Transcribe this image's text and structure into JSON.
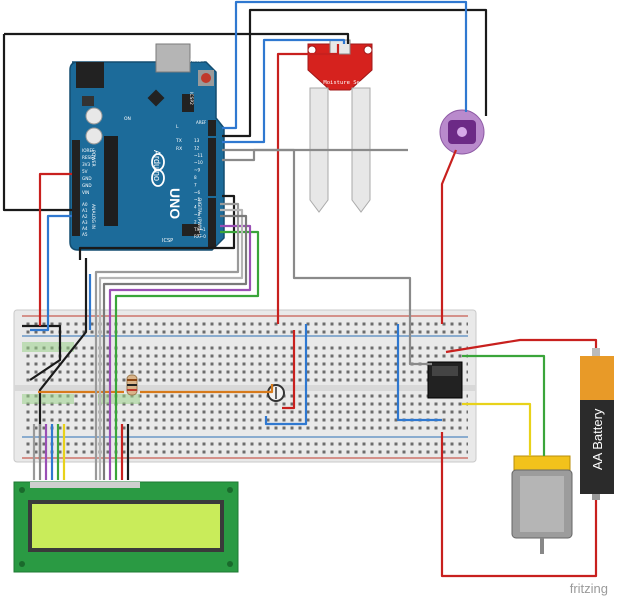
{
  "arduino": {
    "brand": "Arduino",
    "model": "UNO",
    "icsp_label": "ICSP",
    "icsp2_label": "ICSP2",
    "reset_label": "RESET",
    "aref_label": "AREF",
    "power_labels": [
      "IOREF",
      "RESET",
      "3V3",
      "5V",
      "GND",
      "GND",
      "VIN"
    ],
    "analog_labels": [
      "A0",
      "A1",
      "A2",
      "A3",
      "A4",
      "A5"
    ],
    "digital_labels": [
      "13",
      "12",
      "~11",
      "~10",
      "~9",
      "8",
      "7",
      "~6",
      "~5",
      "4",
      "~3",
      "2",
      "TX→1",
      "RX←0"
    ],
    "power_header": "POWER",
    "analog_header": "ANALOG IN",
    "digital_header": "DIGITAL (PWM~)",
    "tx_label": "TX",
    "rx_label": "RX",
    "l_label": "L",
    "on_label": "ON"
  },
  "soil_sensor": {
    "label": "Soil Moisture Sensor"
  },
  "battery": {
    "label": "AA Battery"
  },
  "watermark": {
    "text": "fritzing"
  },
  "colors": {
    "wire_black": "#1a1a1a",
    "wire_blue": "#2f78d0",
    "wire_red": "#c8201e",
    "wire_grey": "#8a8a8a",
    "wire_green": "#3aa53a",
    "wire_purple": "#9a4fb5",
    "wire_yellow": "#e8d21a",
    "wire_orange": "#d77a1b",
    "board": "#1c6b9a",
    "sensor_red": "#d6221e",
    "lcd_green": "#2a9a43",
    "lcd_screen": "#c9ec5a",
    "motor_yellow": "#f2c21b",
    "led_purple": "#a24bb8"
  },
  "icons": {
    "led": "purple-led-icon",
    "relay": "relay-icon",
    "potentiometer": "potentiometer-icon",
    "resistor": "resistor-icon",
    "motor": "dc-motor-icon",
    "battery": "aa-battery-icon"
  }
}
